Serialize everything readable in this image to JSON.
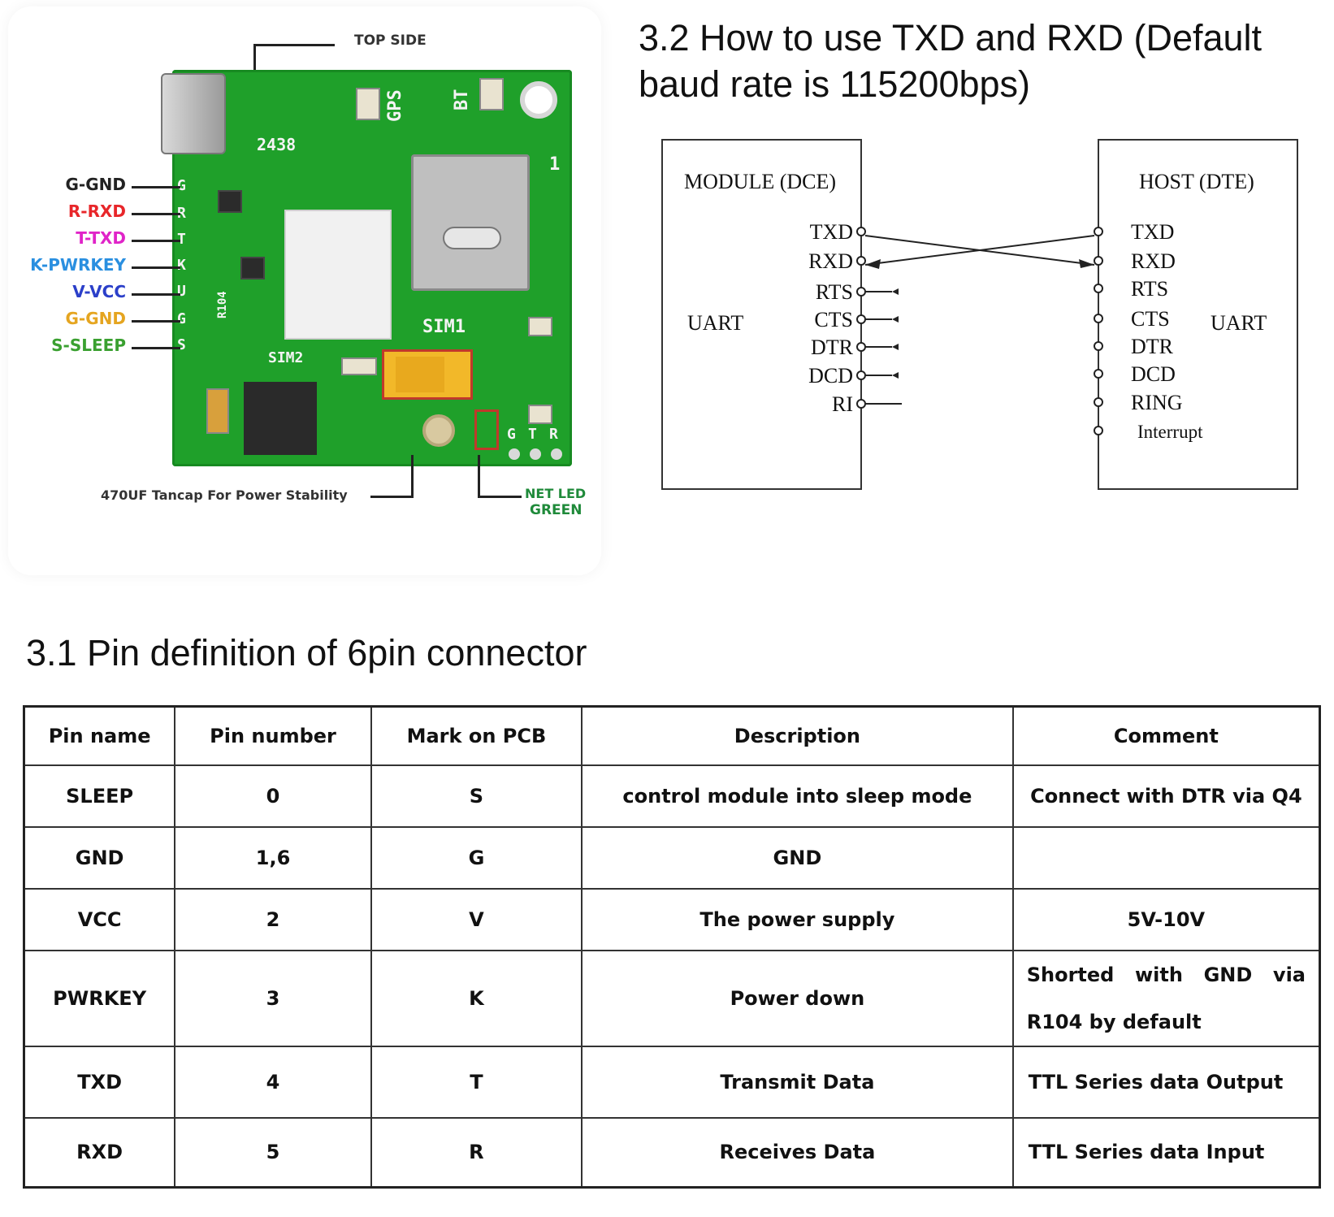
{
  "pcb_figure": {
    "top_callout": "TOP SIDE",
    "bottom_callout_left": "470UF Tancap For Power Stability",
    "bottom_callout_right_line1": "NET LED",
    "bottom_callout_right_line2": "GREEN",
    "pin_labels": [
      {
        "text": "G-GND",
        "color": "#222222"
      },
      {
        "text": "R-RXD",
        "color": "#e8262a"
      },
      {
        "text": "T-TXD",
        "color": "#e024c8"
      },
      {
        "text": "K-PWRKEY",
        "color": "#2a8fe0"
      },
      {
        "text": "V-VCC",
        "color": "#2b3fc9"
      },
      {
        "text": "G-GND",
        "color": "#e5a520"
      },
      {
        "text": "S-SLEEP",
        "color": "#3aa030"
      }
    ],
    "silkscreen": {
      "gps": "GPS",
      "bt": "BT",
      "sim1": "SIM1",
      "sim2": "SIM2",
      "code": "2438",
      "r104": "R104",
      "pin_marks": [
        "G",
        "R",
        "T",
        "K",
        "U",
        "G",
        "S"
      ],
      "bottom_marks": [
        "G",
        "T",
        "R"
      ],
      "one": "1"
    },
    "colors": {
      "board": "#1fa02a",
      "highlight": "#c0392b",
      "tancap": "#f2b829"
    }
  },
  "uart_section": {
    "title": "3.2 How to use TXD and RXD (Default baud rate is 115200bps)",
    "module": {
      "title": "MODULE (DCE)",
      "side_label": "UART",
      "pins": [
        "TXD",
        "RXD",
        "RTS",
        "CTS",
        "DTR",
        "DCD",
        "RI"
      ]
    },
    "host": {
      "title": "HOST (DTE)",
      "side_label": "UART",
      "pins": [
        "TXD",
        "RXD",
        "RTS",
        "CTS",
        "DTR",
        "DCD",
        "RING",
        "Interrupt"
      ]
    }
  },
  "pin_section": {
    "title": "3.1 Pin definition of 6pin connector",
    "columns": [
      "Pin name",
      "Pin number",
      "Mark on PCB",
      "Description",
      "Comment"
    ],
    "rows": [
      {
        "name": "SLEEP",
        "number": "0",
        "mark": "S",
        "description": "control module into sleep mode",
        "comment": "Connect with DTR via Q4"
      },
      {
        "name": "GND",
        "number": "1,6",
        "mark": "G",
        "description": "GND",
        "comment": ""
      },
      {
        "name": "VCC",
        "number": "2",
        "mark": "V",
        "description": "The power supply",
        "comment": "5V-10V"
      },
      {
        "name": "PWRKEY",
        "number": "3",
        "mark": "K",
        "description": "Power down",
        "comment_line1": [
          "Shorted",
          "with",
          "GND",
          "via"
        ],
        "comment_line2": "R104 by default"
      },
      {
        "name": "TXD",
        "number": "4",
        "mark": "T",
        "description": "Transmit Data",
        "comment": "TTL Series data Output"
      },
      {
        "name": "RXD",
        "number": "5",
        "mark": "R",
        "description": "Receives Data",
        "comment": "TTL Series data Input"
      }
    ]
  }
}
